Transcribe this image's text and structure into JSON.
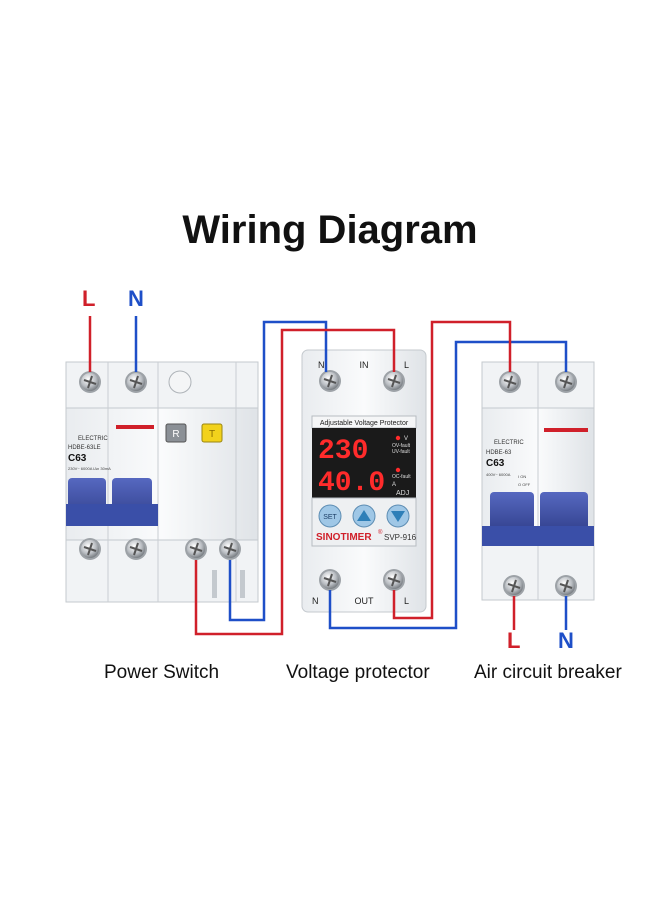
{
  "title": "Wiring Diagram",
  "colors": {
    "live": "#d0202a",
    "neutral": "#1e4fc8",
    "handle": "#3a4fa8"
  },
  "input_terminals": {
    "live": "L",
    "neutral": "N"
  },
  "output_terminals": {
    "live": "L",
    "neutral": "N"
  },
  "devices": {
    "power_switch": {
      "caption": "Power Switch",
      "brand": "ELECTRIC",
      "model": "HDBE-63LE",
      "rating": "C63",
      "test_button": "R",
      "specs": "230V~\n6000A\nIΔn 30mA"
    },
    "voltage_protector": {
      "caption": "Voltage protector",
      "panel_title": "Adjustable Voltage Protector",
      "brand": "SINOTIMER",
      "registered": "®",
      "model": "SVP-916",
      "voltage_reading": "230",
      "current_reading": "40.0",
      "unit_v": "V",
      "unit_a": "A",
      "ov_fault": "OV-fault",
      "uv_fault": "UV-fault",
      "oc_fault": "OC-fault",
      "adj": "ADJ",
      "set_button": "SET",
      "top_labels": {
        "left": "N",
        "center": "IN",
        "right": "L"
      },
      "bottom_labels": {
        "left": "N",
        "center": "OUT",
        "right": "L"
      }
    },
    "air_circuit_breaker": {
      "caption": "Air circuit breaker",
      "brand": "ELECTRIC",
      "model": "HDBE-63",
      "rating": "C63",
      "specs": "400V~\n6000A",
      "on_label": "I ON",
      "off_label": "O OFF"
    }
  }
}
